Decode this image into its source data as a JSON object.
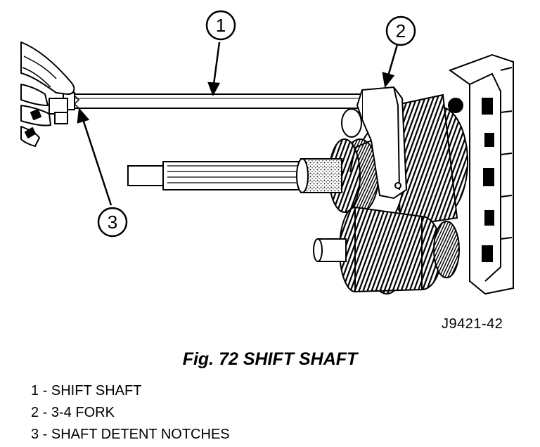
{
  "callouts": [
    {
      "number": "1"
    },
    {
      "number": "2"
    },
    {
      "number": "3"
    }
  ],
  "figure_code": "J9421-42",
  "caption": "Fig. 72 SHIFT SHAFT",
  "legend": [
    "1 - SHIFT SHAFT",
    "2 - 3-4 FORK",
    "3 - SHAFT DETENT NOTCHES"
  ],
  "ink_color": "#000000",
  "paper_color": "#ffffff"
}
